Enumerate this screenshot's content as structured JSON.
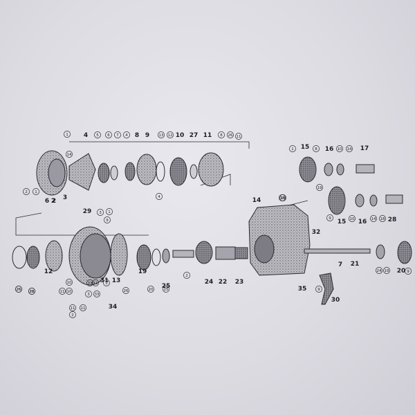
{
  "diagram": {
    "plain_labels": [
      "4",
      "8",
      "9",
      "10",
      "27",
      "11",
      "6",
      "2",
      "3",
      "17",
      "15",
      "16",
      "14",
      "29",
      "28",
      "32",
      "15",
      "16",
      "7",
      "21",
      "12",
      "13",
      "19",
      "24",
      "22",
      "23",
      "25",
      "31",
      "35",
      "30",
      "34",
      "2",
      "20"
    ],
    "circled_labels": [
      "1",
      "5",
      "6",
      "7",
      "4",
      "13",
      "12",
      "8",
      "26",
      "11",
      "14",
      "1",
      "2",
      "4",
      "1",
      "8",
      "10",
      "14",
      "18",
      "19",
      "9",
      "10",
      "14",
      "18",
      "19",
      "1",
      "3",
      "9",
      "25",
      "11",
      "10",
      "2",
      "33",
      "11",
      "1",
      "26",
      "26",
      "12",
      "24",
      "19",
      "26",
      "11",
      "2",
      "3",
      "33",
      "10",
      "11",
      "9",
      "26",
      "20",
      "9"
    ]
  }
}
